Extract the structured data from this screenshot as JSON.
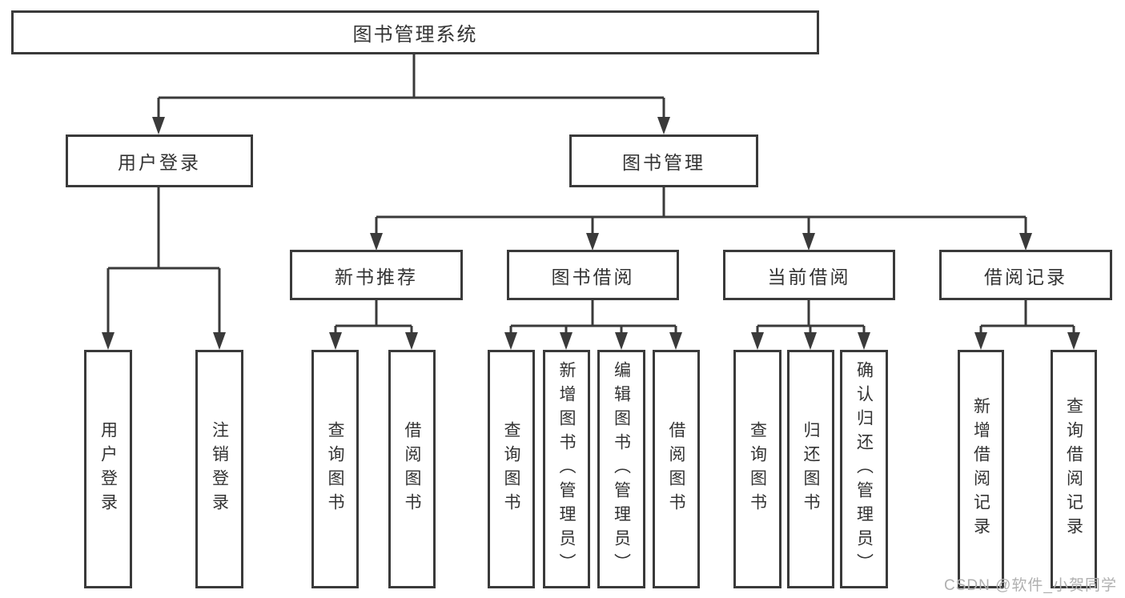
{
  "diagram": {
    "root": {
      "label": "图书管理系统"
    },
    "children": [
      {
        "label": "用户登录",
        "children": [
          {
            "label": "用户登录"
          },
          {
            "label": "注销登录"
          }
        ]
      },
      {
        "label": "图书管理",
        "children": [
          {
            "label": "新书推荐",
            "children": [
              {
                "label": "查询图书"
              },
              {
                "label": "借阅图书"
              }
            ]
          },
          {
            "label": "图书借阅",
            "children": [
              {
                "label": "查询图书"
              },
              {
                "label": "新增图书（管理员）"
              },
              {
                "label": "编辑图书（管理员）"
              },
              {
                "label": "借阅图书"
              }
            ]
          },
          {
            "label": "当前借阅",
            "children": [
              {
                "label": "查询图书"
              },
              {
                "label": "归还图书"
              },
              {
                "label": "确认归还（管理员）"
              }
            ]
          },
          {
            "label": "借阅记录",
            "children": [
              {
                "label": "新增借阅记录"
              },
              {
                "label": "查询借阅记录"
              }
            ]
          }
        ]
      }
    ]
  },
  "watermark": {
    "text": "CSDN @软件_小贺同学"
  },
  "colors": {
    "line": "#3a3a3a",
    "text": "#333333",
    "node_bg": "#ffffff",
    "page_bg": "#ffffff",
    "watermark": "#b0b0b0"
  }
}
